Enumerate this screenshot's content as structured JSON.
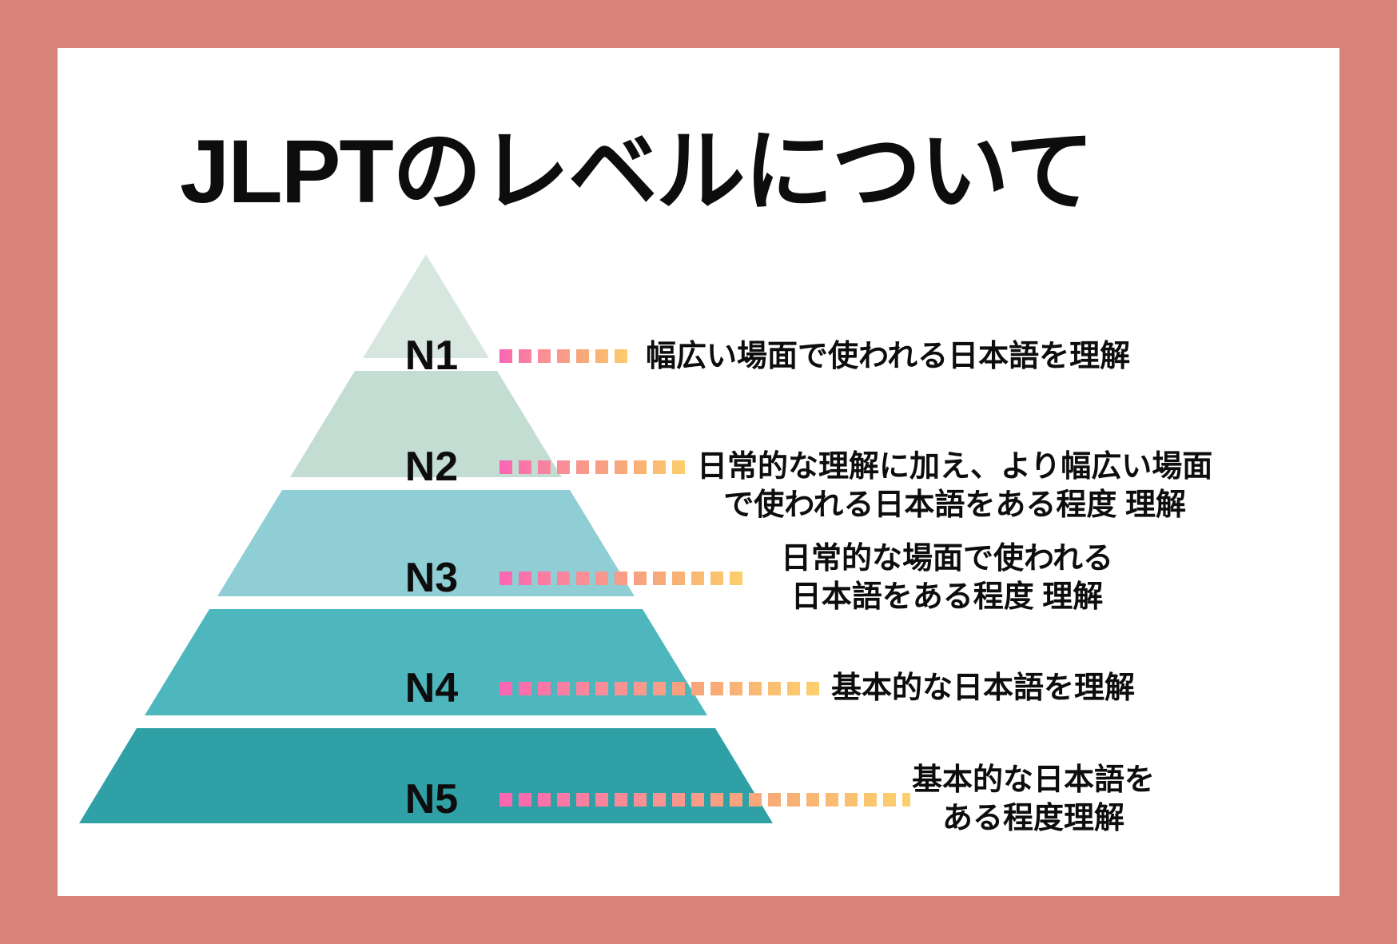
{
  "title": "JLPTのレベルについて",
  "diagram_type": "pyramid",
  "colors": {
    "frame_border": "#d8837a",
    "card_background": "#ffffff",
    "text": "#0d0d0d",
    "dots_gradient": [
      "#f966b3",
      "#f98f96",
      "#f8ab77",
      "#fcd16c"
    ]
  },
  "levels": [
    {
      "label": "N1",
      "color": "#d7e7e0",
      "description": [
        "幅広い場面で使われる日本語を理解"
      ]
    },
    {
      "label": "N2",
      "color": "#c3ddd3",
      "description": [
        "日常的な理解に加え、より幅広い場面",
        "で使われる日本語をある程度 理解"
      ]
    },
    {
      "label": "N3",
      "color": "#8fced4",
      "description": [
        "日常的な場面で使われる",
        "日本語をある程度 理解"
      ]
    },
    {
      "label": "N4",
      "color": "#4db7bd",
      "description": [
        "基本的な日本語を理解"
      ]
    },
    {
      "label": "N5",
      "color": "#30a0a7",
      "description": [
        "基本的な日本語を",
        "ある程度理解"
      ]
    }
  ]
}
